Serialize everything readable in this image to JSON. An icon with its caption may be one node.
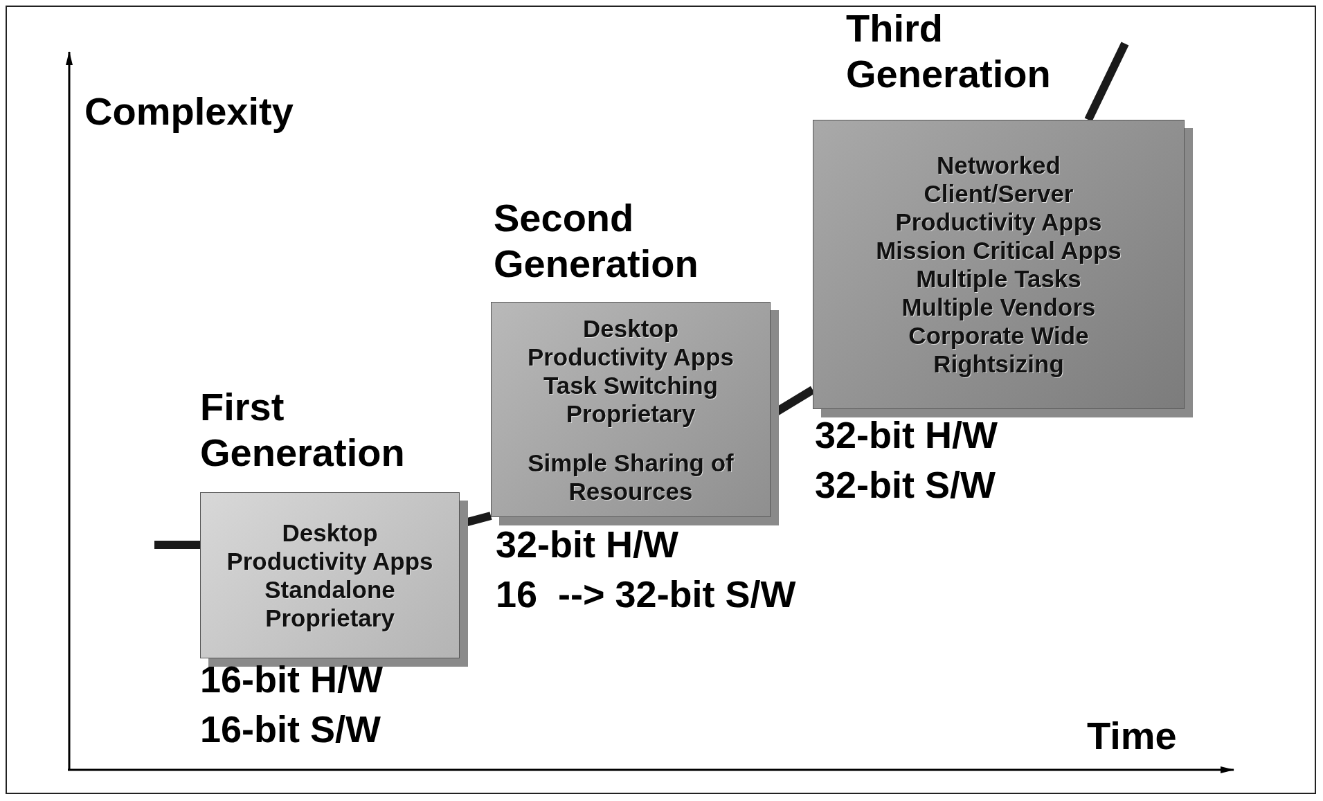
{
  "diagram": {
    "nodes": [
      {
        "text": [
          "First Generation",
          "Desktop",
          "Productivity Apps",
          "Standalone",
          "Proprietary"
        ],
        "beside": [
          "16-bit H/W",
          "16-bit S/W"
        ]
      },
      {
        "text": [
          "Second Generation",
          "Desktop",
          "Productivity Apps",
          "Task Switching",
          "Proprietary",
          "Simple Sharing of Resources"
        ],
        "beside": [
          "32-bit H/W",
          "16  --> 32-bit S/W"
        ]
      },
      {
        "text": [
          "Third Generation",
          "Networked",
          "Client/Server",
          "Productivity Apps",
          "Mission Critical Apps",
          "Multiple Tasks",
          "Multiple Vendors",
          "Corporate Wide",
          "Rightsizing"
        ],
        "beside": [
          "32-bit H/W",
          "32-bit S/W"
        ]
      }
    ],
    "edges": [
      {
        "from": null,
        "to": 0,
        "arrow": "none"
      },
      {
        "from": 0,
        "to": 1,
        "arrow": "none"
      },
      {
        "from": 1,
        "to": 2,
        "arrow": "none"
      },
      {
        "from": 2,
        "to": null,
        "arrow": "none"
      }
    ],
    "labels": [
      "Complexity",
      "Time"
    ]
  }
}
